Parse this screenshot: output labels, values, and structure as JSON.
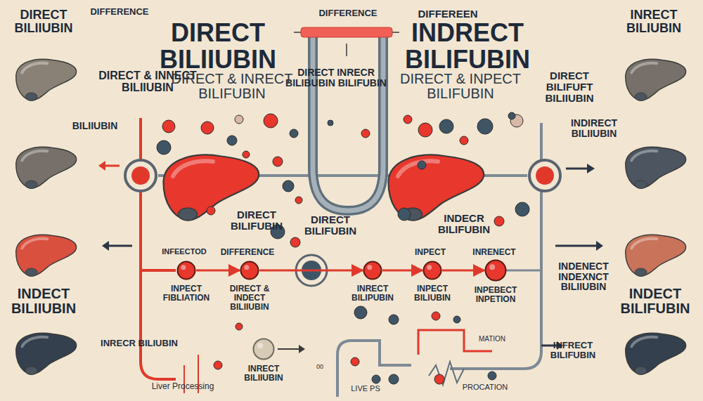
{
  "diagram": {
    "nodes": [
      {
        "text": [
          "INPECT FIBLIATION"
        ]
      },
      {
        "text": [
          "DIRECT & INDECT BILIIUBIN"
        ]
      },
      {
        "text": [
          "INRECT BILIPUBIN"
        ]
      },
      {
        "text": [
          "INPECT BILIUBIN"
        ]
      },
      {
        "text": [
          "INPEBECT INPETION"
        ]
      },
      {
        "text": [
          "INRECT BILIIUBIN"
        ]
      }
    ],
    "edges": [
      {
        "from": 0,
        "to": 1,
        "arrow": "to"
      },
      {
        "from": 1,
        "to": 2,
        "arrow": "to"
      },
      {
        "from": 2,
        "to": 3,
        "arrow": "to"
      },
      {
        "from": 3,
        "to": 4,
        "arrow": "to"
      }
    ],
    "labels": [
      "DIRECT BILIIUBIN",
      "DIFFERENCE",
      "DIRECT BILIIUBIN",
      "DIFFERENCE",
      "DIFFEREEN",
      "INDRECT BILIFUBIN",
      "INRECT BILIUBIN",
      "DIRECT & INNECT BILIIUBIN",
      "DIRECT INRECR BILIBUBIN BILIFUBIN",
      "DIRECT & INRECT BILIFUBIN",
      "DIRECT & INPECT BILIFUBIN",
      "DIRECT BILIFUFT BILIIUBIN",
      "BILIIUBIN",
      "INDIRECT BILIIUBIN",
      "DIRECT BILIFUBIN",
      "DIRECT BILIFUBIN",
      "INDECR BILIFUBIN",
      "INDENECT INDEXNCT BILIIUBIN",
      "INDECT BILIIUBIN",
      "INDECT BILIFUBIN",
      "INFEECTOD",
      "DIFFERENCE",
      "INPECT",
      "INRENECT",
      "INRECR BILIUBIN",
      "INFRECT BILIFUBIN",
      "Liver Processing",
      "LIVE PS",
      "PROCATION",
      "MATION",
      "00"
    ]
  }
}
